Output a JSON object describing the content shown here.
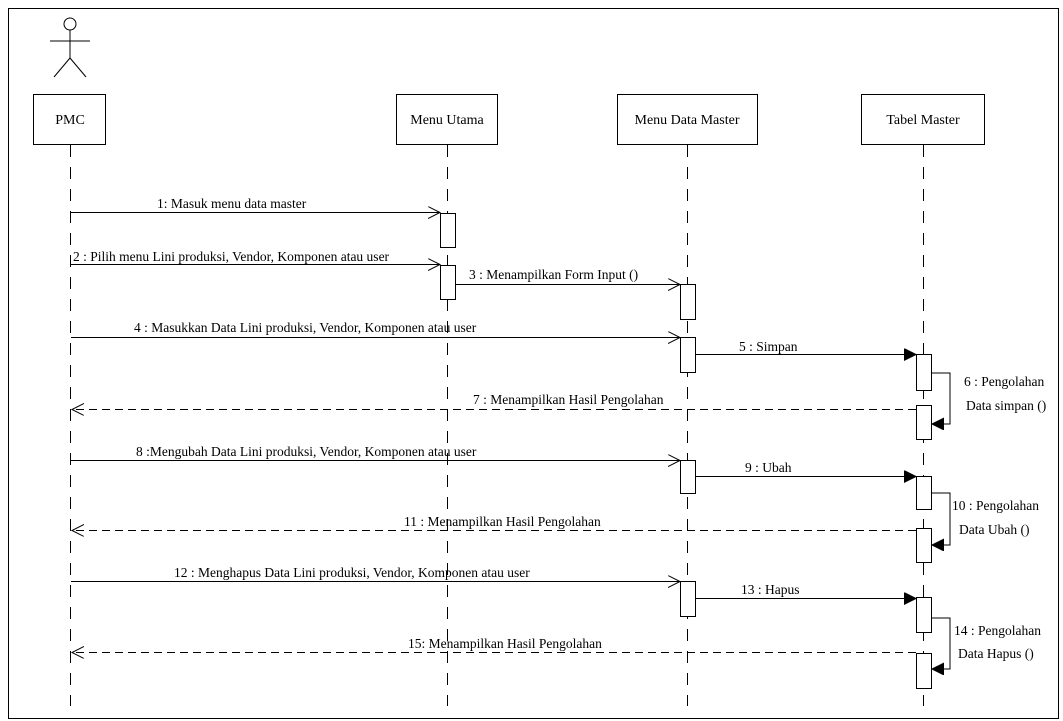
{
  "diagram": {
    "actor": {
      "name": "PMC"
    },
    "participants": [
      {
        "name": "Menu Utama"
      },
      {
        "name": "Menu Data Master"
      },
      {
        "name": "Tabel Master"
      }
    ],
    "messages": [
      {
        "label": "1: Masuk menu data master",
        "style": "solid"
      },
      {
        "label": "2 : Pilih menu Lini produksi, Vendor, Komponen atau user",
        "style": "solid"
      },
      {
        "label": "3 : Menampilkan Form Input ()",
        "style": "solid"
      },
      {
        "label": "4 : Masukkan Data Lini produksi, Vendor, Komponen atau user",
        "style": "solid"
      },
      {
        "label": "5 : Simpan",
        "style": "solid"
      },
      {
        "label_line1": "6 : Pengolahan",
        "label_line2": "Data simpan ()",
        "style": "self"
      },
      {
        "label": "7 : Menampilkan Hasil Pengolahan",
        "style": "dashed"
      },
      {
        "label": "8 :Mengubah Data Lini produksi, Vendor, Komponen atau user",
        "style": "solid"
      },
      {
        "label": "9 : Ubah",
        "style": "solid"
      },
      {
        "label_line1": "10 : Pengolahan",
        "label_line2": "Data Ubah ()",
        "style": "self"
      },
      {
        "label": "11 : Menampilkan Hasil Pengolahan",
        "style": "dashed"
      },
      {
        "label": "12 : Menghapus Data Lini produksi, Vendor, Komponen atau user",
        "style": "solid"
      },
      {
        "label": "13 : Hapus",
        "style": "solid"
      },
      {
        "label_line1": "14 : Pengolahan",
        "label_line2": "Data Hapus ()",
        "style": "self"
      },
      {
        "label": "15: Menampilkan Hasil Pengolahan",
        "style": "dashed"
      }
    ]
  }
}
